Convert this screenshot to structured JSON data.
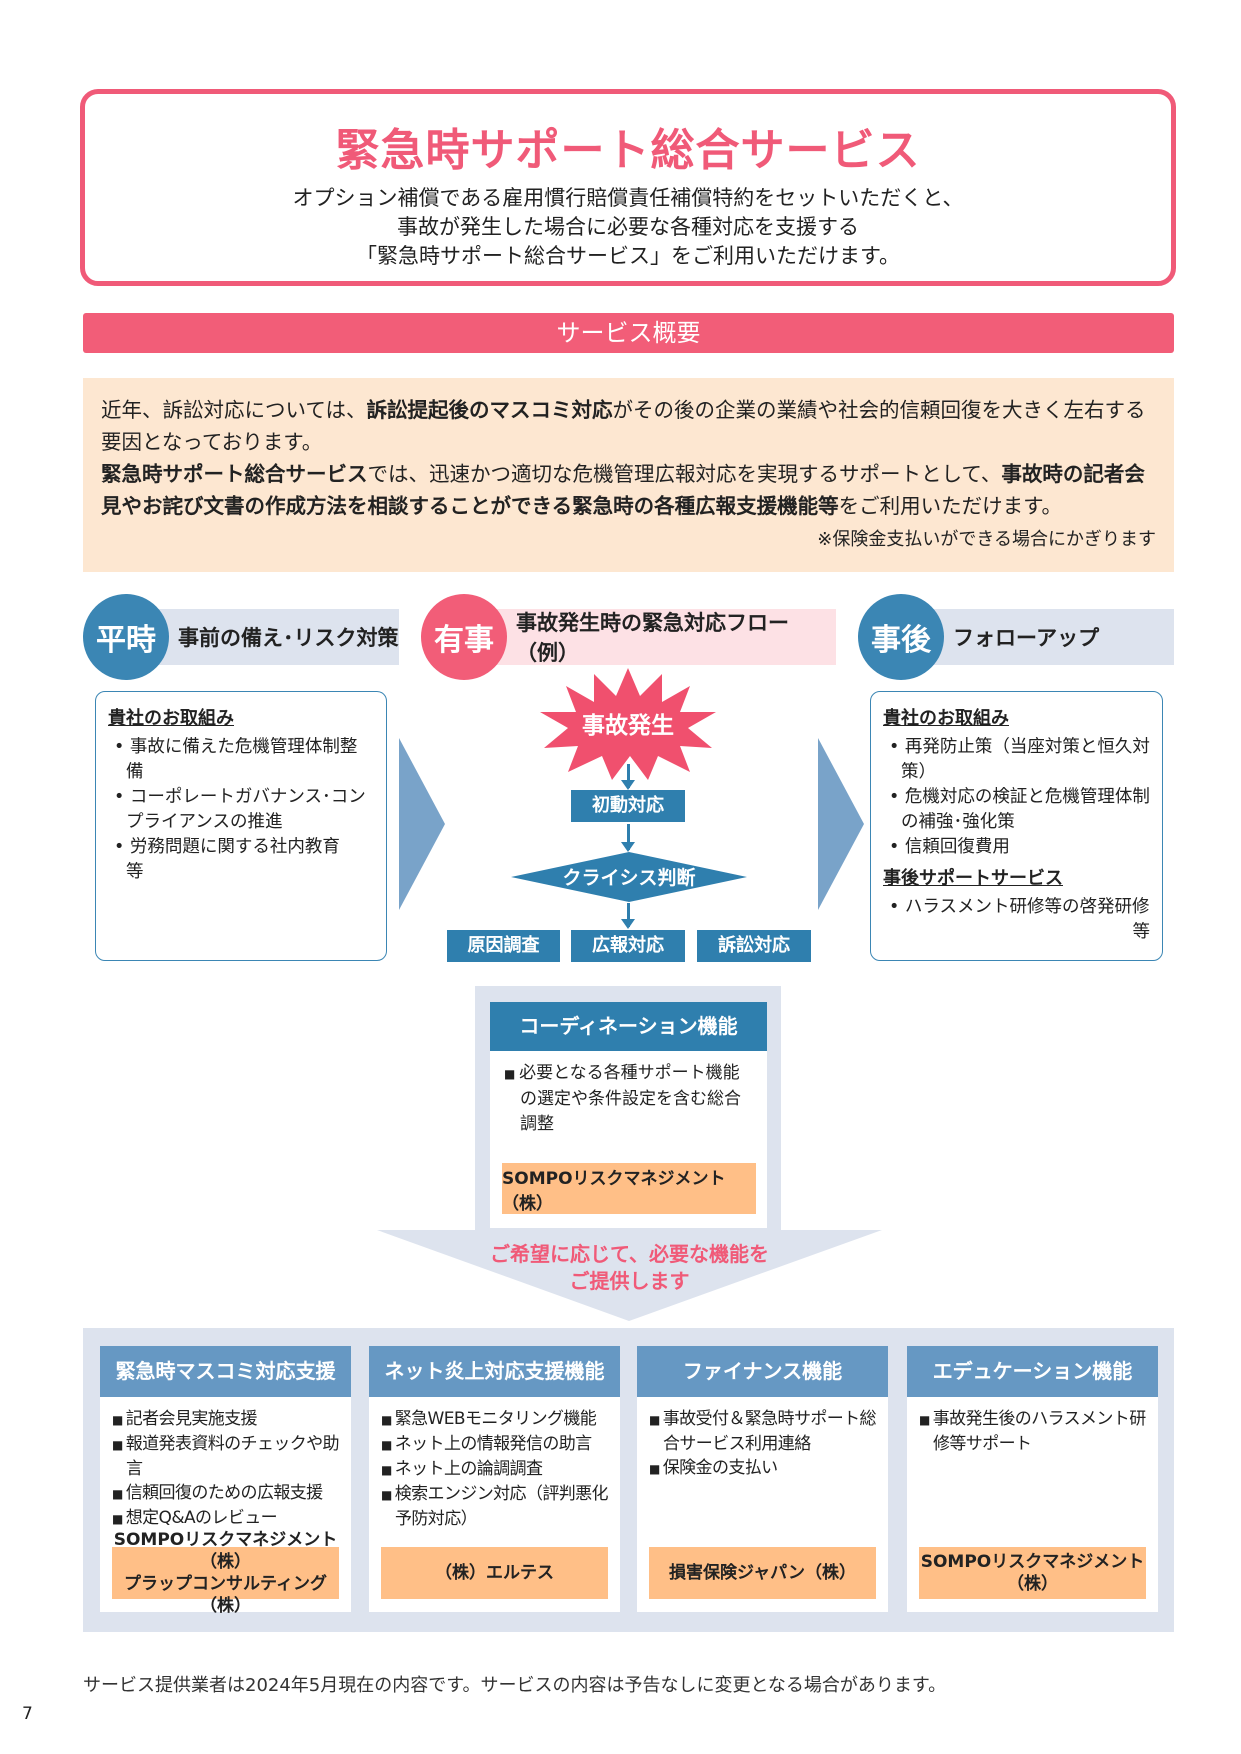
{
  "header": {
    "title": "緊急時サポート総合サービス",
    "lines": [
      "オプション補償である雇用慣行賠償責任補償特約をセットいただくと、",
      "事故が発生した場合に必要な各種対応を支援する",
      "「緊急時サポート総合サービス」をご利用いただけます。"
    ]
  },
  "overview": {
    "bar": "サービス概要",
    "p1a": "近年、訴訟対応については、",
    "p1b": "訴訟提起後のマスコミ対応",
    "p1c": "がその後の企業の業績や社会的信頼回復を大きく左右する要因となっております。",
    "p2a": "緊急時サポート総合サービス",
    "p2b": "では、迅速かつ適切な危機管理広報対応を実現するサポートとして、",
    "p2c": "事故時の記者会見やお詫び文書の作成方法を相談することができる緊急時の各種広報支援機能等",
    "p2d": "をご利用いただけます。",
    "note": "※保険金支払いができる場合にかぎります"
  },
  "phases": [
    {
      "badge": "平時",
      "title": "事前の備え･リスク対策",
      "heading": "貴社のお取組み",
      "items": [
        "事故に備えた危機管理体制整備",
        "コーポレートガバナンス･コンプライアンスの推進",
        "労務問題に関する社内教育　等"
      ]
    },
    {
      "badge": "有事",
      "title": "事故発生時の緊急対応フロー（例）",
      "flow": {
        "start": "事故発生",
        "step1": "初動対応",
        "decision": "クライシス判断",
        "branches": [
          "原因調査",
          "広報対応",
          "訴訟対応"
        ]
      }
    },
    {
      "badge": "事後",
      "title": "フォローアップ",
      "heading": "貴社のお取組み",
      "items": [
        "再発防止策（当座対策と恒久対策）",
        "危機対応の検証と危機管理体制の補強･強化策",
        "信頼回復費用"
      ],
      "heading2": "事後サポートサービス",
      "items2": [
        "ハラスメント研修等の啓発研修"
      ],
      "items2_suffix": "等"
    }
  ],
  "coordination": {
    "title": "コーディネーション機能",
    "text": "必要となる各種サポート機能の選定や条件設定を含む総合調整",
    "provider": "SOMPOリスクマネジメント（株）",
    "caption1": "ご希望に応じて、必要な機能を",
    "caption2": "ご提供します"
  },
  "functions": [
    {
      "title": "緊急時マスコミ対応支援",
      "items": [
        "記者会見実施支援",
        "報道発表資料のチェックや助言",
        "信頼回復のための広報支援",
        "想定Q&Aのレビュー"
      ],
      "provider1": "SOMPOリスクマネジメント（株）",
      "provider2": "プラップコンサルティング（株）"
    },
    {
      "title": "ネット炎上対応支援機能",
      "items": [
        "緊急WEBモニタリング機能",
        "ネット上の情報発信の助言",
        "ネット上の論調調査",
        "検索エンジン対応（評判悪化予防対応）"
      ],
      "provider1": "（株）エルテス"
    },
    {
      "title": "ファイナンス機能",
      "items": [
        "事故受付＆緊急時サポート総合サービス利用連絡",
        "保険金の支払い"
      ],
      "provider1": "損害保険ジャパン（株）"
    },
    {
      "title": "エデュケーション機能",
      "items": [
        "事故発生後のハラスメント研修等サポート"
      ],
      "provider1": "SOMPOリスクマネジメント（株）"
    }
  ],
  "footer": {
    "note": "サービス提供業者は2024年5月現在の内容です。サービスの内容は予告なしに変更となる場合があります。",
    "page": "7"
  }
}
